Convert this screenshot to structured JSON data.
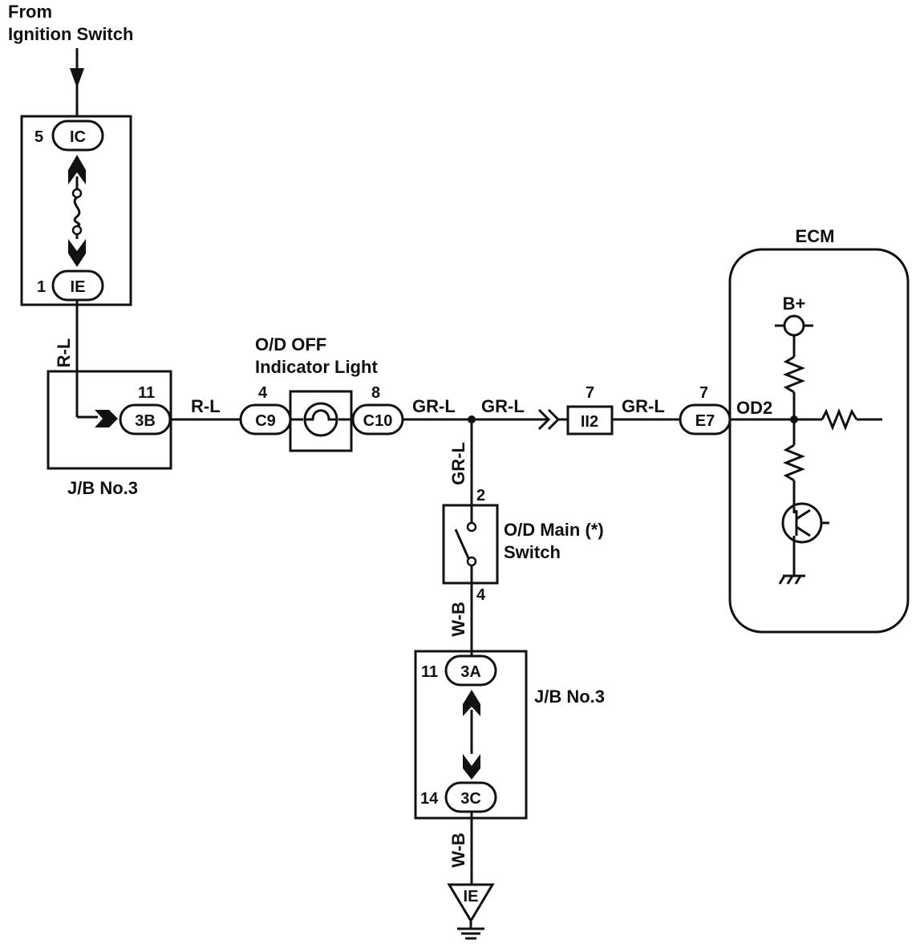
{
  "source": {
    "line1": "From",
    "line2": "Ignition Switch"
  },
  "jb_top": {
    "conn_top": {
      "id": "IC",
      "pin": "5"
    },
    "conn_bottom": {
      "id": "IE",
      "pin": "1"
    }
  },
  "wire_colors": {
    "rl_vertical": "R-L",
    "rl_horizontal": "R-L",
    "grl_1": "GR-L",
    "grl_2": "GR-L",
    "grl_vertical": "GR-L",
    "grl_3": "GR-L",
    "od2": "OD2",
    "wb_1": "W-B",
    "wb_2": "W-B"
  },
  "jb_mid": {
    "conn": "3B",
    "pin": "11",
    "label": "J/B No.3"
  },
  "indicator": {
    "title_line1": "O/D OFF",
    "title_line2": "Indicator Light",
    "left_conn": "C9",
    "left_pin": "4",
    "right_conn": "C10",
    "right_pin": "8"
  },
  "junction_conn": {
    "id": "II2",
    "pin": "7"
  },
  "ecm": {
    "title": "ECM",
    "conn": "E7",
    "pin": "7",
    "supply": "B+"
  },
  "od_switch": {
    "label_line1": "O/D Main (*)",
    "label_line2": "Switch",
    "pin_top": "2",
    "pin_bottom": "4"
  },
  "jb_bottom": {
    "label": "J/B No.3",
    "conn_top": {
      "id": "3A",
      "pin": "11"
    },
    "conn_bottom": {
      "id": "3C",
      "pin": "14"
    }
  },
  "ground": {
    "id": "IE"
  }
}
